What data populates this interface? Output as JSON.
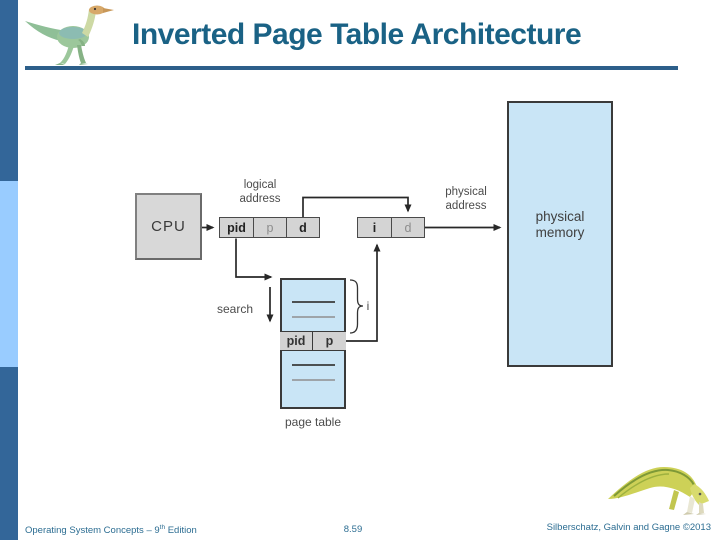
{
  "title": "Inverted Page Table Architecture",
  "diagram": {
    "cpu_label": "CPU",
    "logical_address_label": {
      "line1": "logical",
      "line2": "address"
    },
    "logical_register_cells": [
      "pid",
      "p",
      "d"
    ],
    "physical_address_label": {
      "line1": "physical",
      "line2": "address"
    },
    "physical_register_cells": [
      "i",
      "d"
    ],
    "physical_memory_label": {
      "line1": "physical",
      "line2": "memory"
    },
    "search_label": "search",
    "index_brace_label": "i",
    "page_table_entry_cells": [
      "pid",
      "p"
    ],
    "page_table_label": "page table"
  },
  "footer": {
    "book_title_prefix": "Operating System Concepts – 9",
    "book_title_superscript": "th",
    "book_title_suffix": " Edition",
    "page_number": "8.59",
    "copyright": "Silberschatz, Galvin and Gagne ©2013"
  },
  "colors": {
    "title_text": "#1a6285",
    "title_rule": "#2d5f8a",
    "sidebar_dark": "#336699",
    "sidebar_light": "#99ccff",
    "box_blue_fill": "#c9e5f6",
    "box_gray_fill": "#d4d4d4",
    "footer_text": "#2c6d92"
  }
}
